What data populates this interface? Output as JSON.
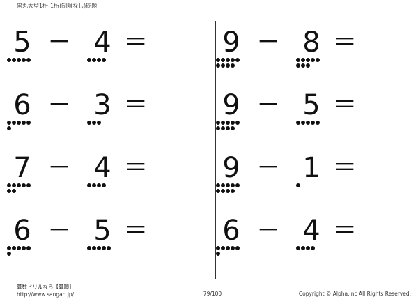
{
  "header": {
    "title": "黒丸大型1桁-1桁(制限なし)問題"
  },
  "problems": [
    {
      "a": "5",
      "op": "－",
      "b": "4",
      "eq": "＝"
    },
    {
      "a": "6",
      "op": "－",
      "b": "3",
      "eq": "＝"
    },
    {
      "a": "7",
      "op": "－",
      "b": "4",
      "eq": "＝"
    },
    {
      "a": "6",
      "op": "－",
      "b": "5",
      "eq": "＝"
    },
    {
      "a": "9",
      "op": "－",
      "b": "8",
      "eq": "＝"
    },
    {
      "a": "9",
      "op": "－",
      "b": "5",
      "eq": "＝"
    },
    {
      "a": "9",
      "op": "－",
      "b": "1",
      "eq": "＝"
    },
    {
      "a": "6",
      "op": "－",
      "b": "4",
      "eq": "＝"
    }
  ],
  "footer": {
    "site_name": "算数ドリルなら【算願】",
    "url": "http://www.sangan.jp/",
    "page": "79/100",
    "copyright": "Copyright © Alpha,Inc All Rights Reserved."
  }
}
